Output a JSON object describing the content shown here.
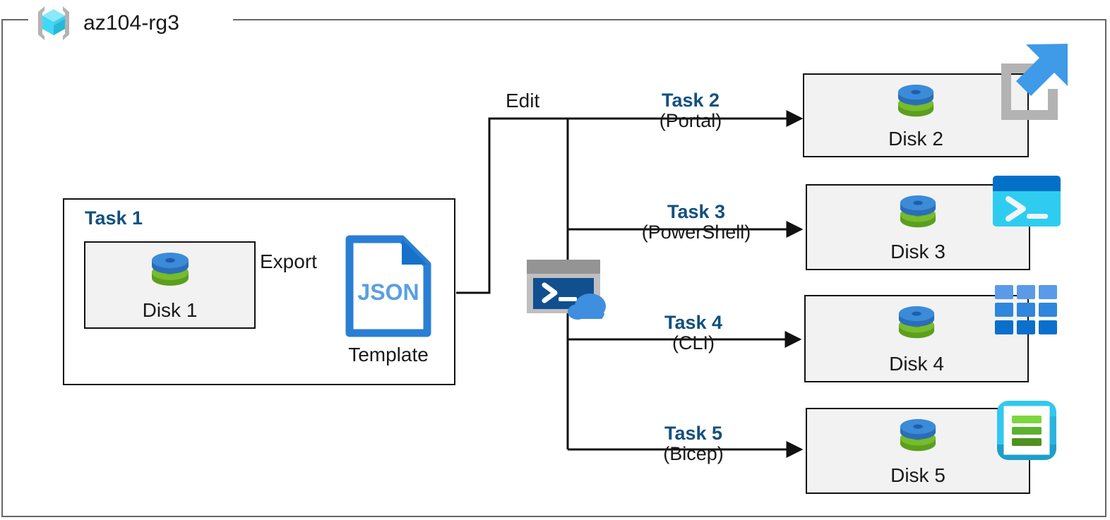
{
  "resource_group": {
    "name": "az104-rg3",
    "icon": "resource-group-cube-icon"
  },
  "task1": {
    "title": "Task 1",
    "disk": {
      "label": "Disk 1",
      "icon": "managed-disk-icon"
    },
    "export_label": "Export",
    "template": {
      "doc_label": "JSON",
      "caption": "Template",
      "icon": "json-file-icon"
    }
  },
  "cloud_shell": {
    "icon": "cloud-shell-icon"
  },
  "edit_label": "Edit",
  "branches": [
    {
      "task": "Task 2",
      "tool": "(Portal)",
      "disk": "Disk 2",
      "icon": "azure-portal-icon"
    },
    {
      "task": "Task 3",
      "tool": "(PowerShell)",
      "disk": "Disk 3",
      "icon": "powershell-icon"
    },
    {
      "task": "Task 4",
      "tool": "(CLI)",
      "disk": "Disk 4",
      "icon": "azure-cli-grid-icon"
    },
    {
      "task": "Task 5",
      "tool": "(Bicep)",
      "disk": "Disk 5",
      "icon": "bicep-file-icon"
    }
  ],
  "colors": {
    "task_label": "#12507e",
    "frame": "#666666",
    "box_border": "#111111",
    "box_fill": "#f2f2f2",
    "disk_blue": "#3b8bd9",
    "disk_green": "#76bc2d",
    "json_blue": "#2a7fd4",
    "cyan": "#32c8ef",
    "cli_blue": "#1b7fd4",
    "gray_icon": "#b3b3b3"
  }
}
